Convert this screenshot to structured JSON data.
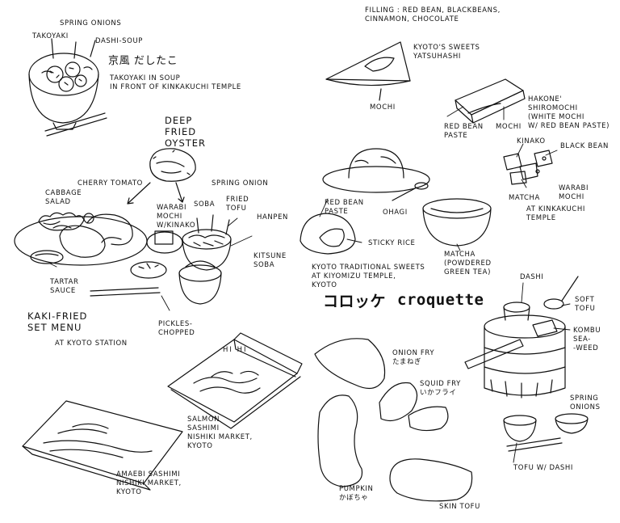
{
  "takoyaki": {
    "label_takoyaki": "TAKOYAKI",
    "label_spring_onions": "SPRING ONIONS",
    "label_dashi_soup": "DASHI-SOUP",
    "japanese_name": "京風 だしたこ",
    "caption": "TAKOYAKI IN SOUP\nIN FRONT OF KINKAKUCHI TEMPLE"
  },
  "kaki_fried": {
    "label_deep_fried_oyster": "DEEP\nFRIED\nOYSTER",
    "label_cabbage_salad": "CABBAGE\nSALAD",
    "label_cherry_tomato": "CHERRY TOMATO",
    "label_warabi_mochi": "WARABI\nMOCHI\nW/KINAKO",
    "label_soba": "SOBA",
    "label_spring_onion": "SPRING ONION",
    "label_fried_tofu": "FRIED\nTOFU",
    "label_hanpen": "HANPEN",
    "label_kitsune_soba": "KITSUNE\nSOBA",
    "label_tartar_sauce": "TARTAR\nSAUCE",
    "label_pickles": "PICKLES-\nCHOPPED",
    "caption_title": "KAKI-FRIED\nSET MENU",
    "caption_place": "AT KYOTO STATION"
  },
  "yatsuhashi": {
    "filling": "FILLING : RED BEAN, BLACKBEANS,\nCINNAMON, CHOCOLATE",
    "caption": "KYOTO'S SWEETS\nYATSUHASHI",
    "label_mochi": "MOCHI"
  },
  "hakone": {
    "label_red_bean_paste": "RED BEAN\nPASTE",
    "label_mochi": "MOCHI",
    "caption": "HAKONE'\nSHIROMOCHI\n(WHITE MOCHI\nW/ RED BEAN PASTE)"
  },
  "warabi": {
    "label_kinako": "KINAKO",
    "label_black_bean": "BLACK BEAN",
    "label_matcha": "MATCHA",
    "caption": "WARABI\nMOCHI",
    "place": "AT KINKAKUCHI\nTEMPLE"
  },
  "kiyomizu": {
    "label_red_bean_paste": "RED BEAN\nPASTE",
    "label_ohagi": "OHAGI",
    "label_sticky_rice": "STICKY RICE",
    "label_matcha": "MATCHA\n(POWDERED\nGREEN TEA)",
    "caption": "KYOTO TRADITIONAL SWEETS\nAT KIYOMIZU TEMPLE,\nKYOTO"
  },
  "croquette": {
    "title_jp": "コロッケ",
    "title_en": "croquette",
    "label_onion_fry": "ONION FRY\nたまねぎ",
    "label_squid_fry": "SQUID FRY\nいかフライ",
    "label_pumpkin": "PUMPKIN\nかぼちゃ",
    "label_skin_tofu": "SKIN TOFU"
  },
  "tofu": {
    "label_dashi": "DASHI",
    "label_soft_tofu": "SOFT\nTOFU",
    "label_kombu": "KOMBU\nSEA-\n-WEED",
    "label_spring_onions": "SPRING\nONIONS",
    "label_tofu_dashi": "TOFU W/ DASHI"
  },
  "sashimi": {
    "salmon_caption": "SALMON\nSASHIMI\nNISHIKI MARKET,\nKYOTO",
    "amaebi_caption": "AMAEBI SASHIMI\nNISHIKI MARKET,\nKYOTO",
    "box_stamp": "HI HI"
  }
}
